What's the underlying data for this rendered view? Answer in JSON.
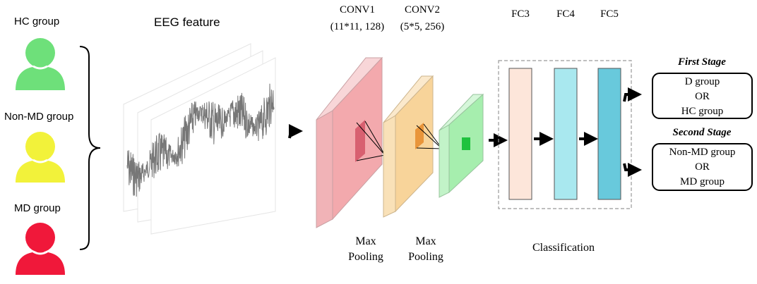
{
  "groups": {
    "hc": "HC group",
    "nonmd": "Non-MD group",
    "md": "MD group"
  },
  "eeg_label": "EEG feature",
  "conv1": {
    "name": "CONV1",
    "params": "(11*11, 128)"
  },
  "conv2": {
    "name": "CONV2",
    "params": "(5*5, 256)"
  },
  "pooling": {
    "line1": "Max",
    "line2": "Pooling"
  },
  "fc": {
    "fc3": "FC3",
    "fc4": "FC4",
    "fc5": "FC5"
  },
  "classification": "Classification",
  "first_stage": {
    "title": "First Stage",
    "line1": "D group",
    "line2": "OR",
    "line3": "HC group"
  },
  "second_stage": {
    "title": "Second Stage",
    "line1": "Non-MD group",
    "line2": "OR",
    "line3": "MD group"
  },
  "colors": {
    "hc": "#6ee07a",
    "nonmd": "#f2f23a",
    "md": "#f0183a",
    "conv1": "#f3a9ad",
    "conv2": "#f8d49a",
    "conv3": "#a6eeae",
    "fc3": "#fde6da",
    "fc4": "#a9e8ef",
    "fc5": "#68c9dc"
  }
}
